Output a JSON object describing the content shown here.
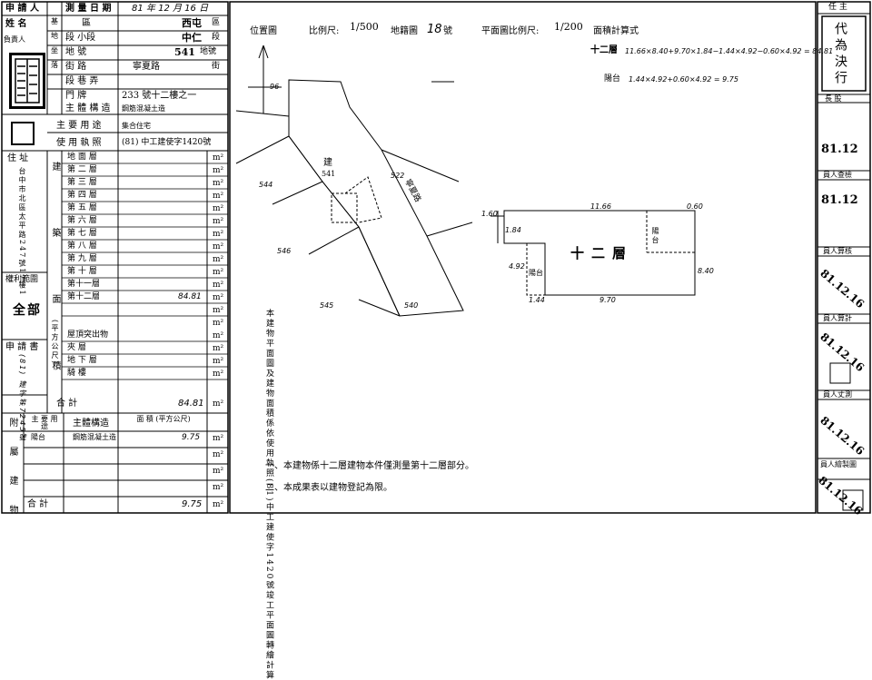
{
  "left_form": {
    "applicant_label": "申 請 人",
    "name_label": "姓 名",
    "survey_date_label": "測 量 日 期",
    "survey_date_value": "81 年 12 月 16 日",
    "responsible_label": "負責人",
    "district_label": "區",
    "district_value": "西屯",
    "section_label": "段  小段",
    "section_value": "中仁",
    "lot_label": "地 號",
    "lot_value": "541",
    "lot_suffix": "地號",
    "street_label": "街 路",
    "street_value": "寧夏路",
    "lane_label": "段 巷 弄",
    "number_label": "門 牌",
    "number_value": "233 號十二樓之一",
    "structure_label": "主 體 構 造",
    "structure_value": "鋼筋混凝土造",
    "use_label": "主 要 用 途",
    "use_value": "集合住宅",
    "license_label": "使 用 執 照",
    "license_value": "(81) 中工建使字1420號",
    "address_label": "住 址",
    "address_value": "台中市北區太平路247號17樓1",
    "area_group_label": "建 築 面 積",
    "floors": [
      {
        "label": "地 面 層",
        "value": ""
      },
      {
        "label": "第 二 層",
        "value": ""
      },
      {
        "label": "第 三 層",
        "value": ""
      },
      {
        "label": "第 四 層",
        "value": ""
      },
      {
        "label": "第 五 層",
        "value": ""
      },
      {
        "label": "第 六 層",
        "value": ""
      },
      {
        "label": "第 七 層",
        "value": ""
      },
      {
        "label": "第 八 層",
        "value": ""
      },
      {
        "label": "第 九 層",
        "value": ""
      },
      {
        "label": "第 十 層",
        "value": ""
      },
      {
        "label": "第十一層",
        "value": ""
      },
      {
        "label": "第十二層",
        "value": "84.81"
      }
    ],
    "unit": "m²",
    "rights_label": "權利範圍",
    "rights_value": "全部",
    "extra_rows": [
      {
        "label": "屋頂突出物",
        "value": ""
      },
      {
        "label": "夾 層",
        "value": ""
      },
      {
        "label": "地 下 層",
        "value": ""
      },
      {
        "label": "騎 樓",
        "value": ""
      }
    ],
    "application_label": "申 請 書",
    "application_value": "(81) 建字第7245號",
    "total_label": "合 計",
    "total_value": "84.81",
    "sqm_note": "(平方公尺)",
    "annex_label": "附屬建物",
    "annex_use_header": "主 要 用 途",
    "annex_structure_header": "主體構造",
    "annex_area_header": "面 積 (平方公尺)",
    "annex_rows": [
      {
        "use": "陽台",
        "structure": "鋼筋混凝土造",
        "area": "9.75"
      }
    ],
    "annex_total_label": "合 計",
    "annex_total_value": "9.75"
  },
  "drawing": {
    "location_label": "位置圖",
    "scale_label": "比例尺:",
    "scale_value": "1/500",
    "cadastral_label": "地籍圖",
    "cadastral_value": "18",
    "cadastral_suffix": "號",
    "plan_scale_label": "平面圖比例尺:",
    "plan_scale_value": "1/200",
    "area_calc_label": "面積計算式",
    "calc_floor_label": "十二層",
    "calc_floor_formula": "11.66×8.40+9.70×1.84−1.44×4.92−0.60×4.92 = 84.81",
    "calc_balcony_label": "陽台",
    "calc_balcony_formula": "1.44×4.92+0.60×4.92 = 9.75",
    "north_value": "96",
    "lot_building_label": "建",
    "lot_number": "541",
    "road_label": "寧夏路",
    "adjacent_lots": [
      "544",
      "546",
      "545",
      "540",
      "522"
    ],
    "plan_floor_label": "十二層",
    "plan_stair_label": "陽台",
    "plan_balcony_label": "陽台",
    "plan_dims": [
      "11.66",
      "1.60",
      "1.84",
      "9.70",
      "4.92",
      "8.40",
      "1.44",
      "0.60"
    ],
    "vertical_note": "本建物平面圖及建物面積係依使用執照(81)中工建使字1420號竣工平面圖轉繪計算",
    "footnote_1": "一、本建物係十二層建物本件僅測量第十二層部分。",
    "footnote_2": "二、本成果表以建物登記為限。"
  },
  "right_panel": {
    "header": "任 主",
    "stamp_text": "代為決行",
    "chief_label": "長 股",
    "chief_date": "81.12",
    "check_label": "員人查檢",
    "check_date": "81.12",
    "calc_label": "員人算核",
    "calc_date": "81.12.16",
    "compute_label": "員人算計",
    "compute_date": "81.12.16",
    "survey_label": "員人丈測",
    "survey_date": "81.12.16",
    "draw_label": "員人繪製圖",
    "draw_date": "81.12.16"
  }
}
